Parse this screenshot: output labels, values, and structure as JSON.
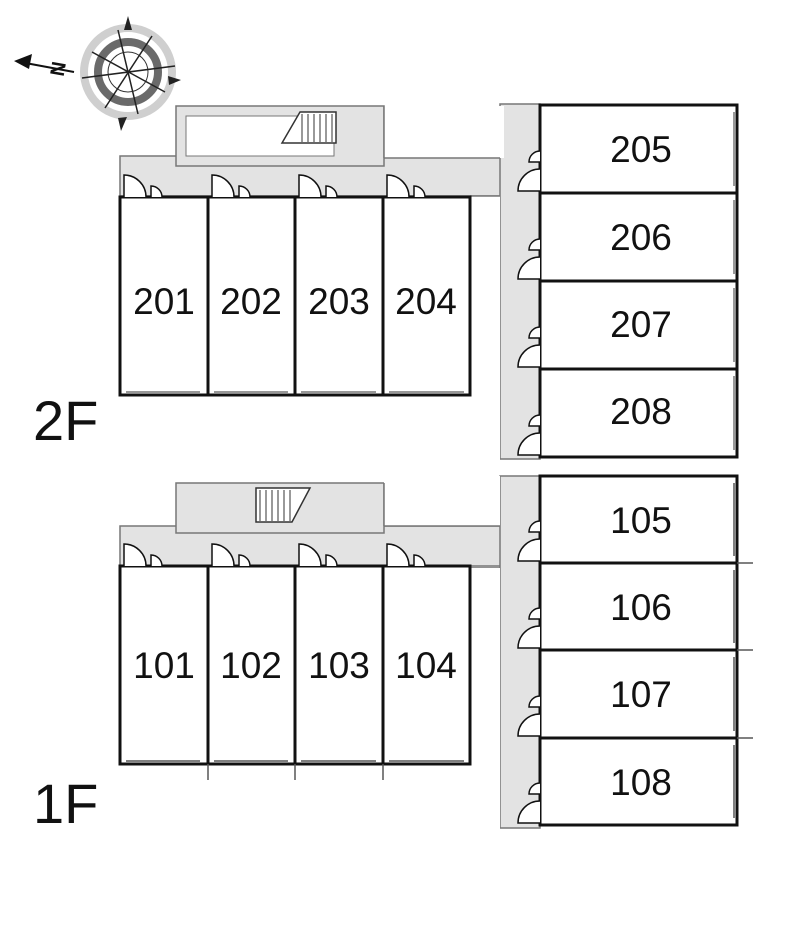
{
  "compass": {
    "north_label": "N",
    "icon": "compass-rose-icon"
  },
  "floors": [
    {
      "label": "2F",
      "rooms": [
        "201",
        "202",
        "203",
        "204",
        "205",
        "206",
        "207",
        "208"
      ]
    },
    {
      "label": "1F",
      "rooms": [
        "101",
        "102",
        "103",
        "104",
        "105",
        "106",
        "107",
        "108"
      ]
    }
  ],
  "colors": {
    "corridor_fill": "#e3e3e3",
    "corridor_stroke": "#777777",
    "wall": "#111111"
  }
}
